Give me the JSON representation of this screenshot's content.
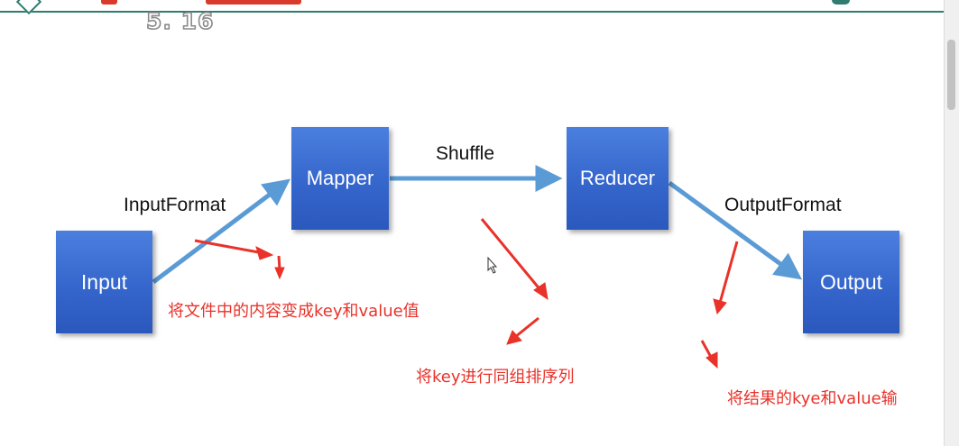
{
  "header": {
    "version": "5. 16"
  },
  "diagram": {
    "nodes": {
      "input": "Input",
      "mapper": "Mapper",
      "reducer": "Reducer",
      "output": "Output"
    },
    "edge_labels": {
      "input_format": "InputFormat",
      "shuffle": "Shuffle",
      "output_format": "OutputFormat"
    },
    "notes": {
      "kv": "将文件中的内容变成key和value值",
      "sort": "将key进行同组排序列",
      "result": "将结果的kye和value输"
    },
    "colors": {
      "box": "#3a6bd2",
      "flow_arrow": "#5b9bd5",
      "annotation": "#e8322a"
    }
  }
}
